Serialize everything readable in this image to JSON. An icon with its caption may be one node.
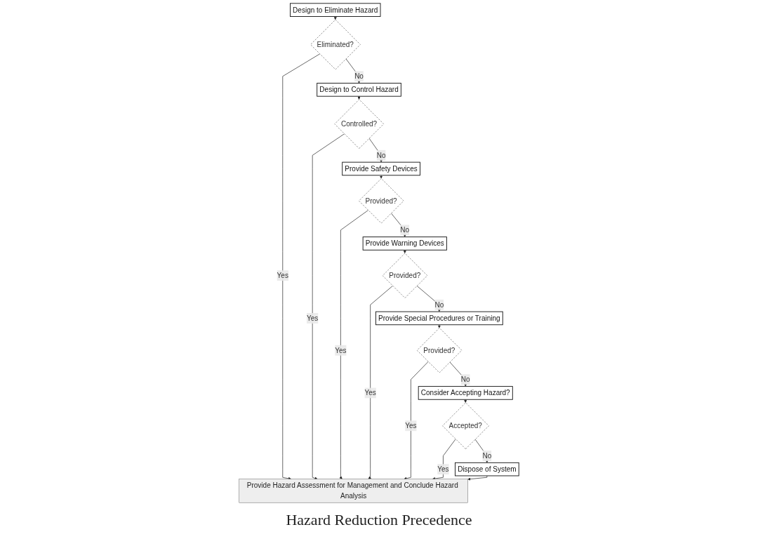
{
  "diagram": {
    "caption": "Hazard Reduction Precedence",
    "nodes": [
      {
        "text": [
          "Design to Eliminate Hazard"
        ]
      },
      {
        "text": [
          "Eliminated?"
        ]
      },
      {
        "text": [
          "Design to Control Hazard"
        ]
      },
      {
        "text": [
          "Controlled?"
        ]
      },
      {
        "text": [
          "Provide Safety Devices"
        ]
      },
      {
        "text": [
          "Provided?"
        ]
      },
      {
        "text": [
          "Provide Warning Devices"
        ]
      },
      {
        "text": [
          "Provided?"
        ]
      },
      {
        "text": [
          "Provide Special Procedures or Training"
        ]
      },
      {
        "text": [
          "Provided?"
        ]
      },
      {
        "text": [
          "Consider Accepting Hazard?"
        ]
      },
      {
        "text": [
          "Accepted?"
        ]
      },
      {
        "text": [
          "Dispose of System"
        ]
      },
      {
        "text": [
          "Provide Hazard Assessment for Management and Conclude Hazard Analysis"
        ]
      }
    ],
    "edges": [
      {
        "from": 0,
        "to": 1,
        "arrow": "to"
      },
      {
        "from": 1,
        "to": 2,
        "arrow": "to",
        "label": "No"
      },
      {
        "from": 1,
        "to": 13,
        "arrow": "to",
        "label": "Yes"
      },
      {
        "from": 2,
        "to": 3,
        "arrow": "to"
      },
      {
        "from": 3,
        "to": 4,
        "arrow": "to",
        "label": "No"
      },
      {
        "from": 3,
        "to": 13,
        "arrow": "to",
        "label": "Yes"
      },
      {
        "from": 4,
        "to": 5,
        "arrow": "to"
      },
      {
        "from": 5,
        "to": 6,
        "arrow": "to",
        "label": "No"
      },
      {
        "from": 5,
        "to": 13,
        "arrow": "to",
        "label": "Yes"
      },
      {
        "from": 6,
        "to": 7,
        "arrow": "to"
      },
      {
        "from": 7,
        "to": 8,
        "arrow": "to",
        "label": "No"
      },
      {
        "from": 7,
        "to": 13,
        "arrow": "to",
        "label": "Yes"
      },
      {
        "from": 8,
        "to": 9,
        "arrow": "to"
      },
      {
        "from": 9,
        "to": 10,
        "arrow": "to",
        "label": "No"
      },
      {
        "from": 9,
        "to": 13,
        "arrow": "to",
        "label": "Yes"
      },
      {
        "from": 10,
        "to": 11,
        "arrow": "to"
      },
      {
        "from": 11,
        "to": 12,
        "arrow": "to",
        "label": "No"
      },
      {
        "from": 11,
        "to": 13,
        "arrow": "to",
        "label": "Yes"
      },
      {
        "from": 12,
        "to": 13,
        "arrow": "to"
      }
    ]
  }
}
